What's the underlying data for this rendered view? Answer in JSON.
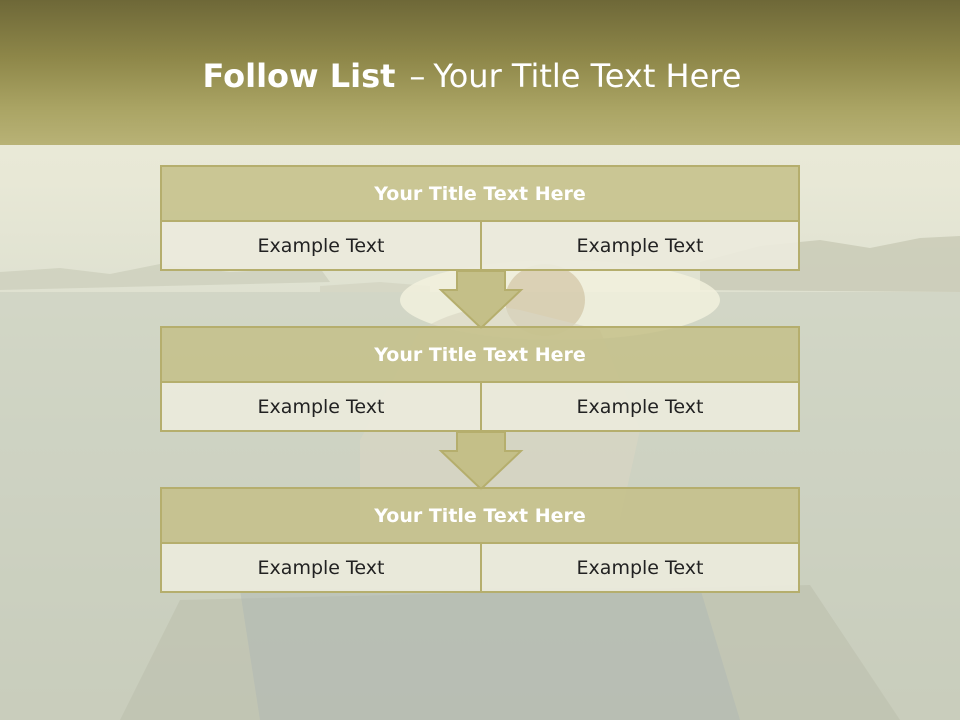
{
  "slide": {
    "title_bold": "Follow List",
    "title_dash": "–",
    "title_rest": "Your Title Text Here",
    "blocks": [
      {
        "title": "Your Title Text Here",
        "left": "Example Text",
        "right": "Example Text"
      },
      {
        "title": "Your Title Text Here",
        "left": "Example Text",
        "right": "Example Text"
      },
      {
        "title": "Your Title Text Here",
        "left": "Example Text",
        "right": "Example Text"
      }
    ]
  },
  "colors": {
    "header": "#8e8749",
    "block_title_fill": "#c4bf88",
    "block_cell_fill": "#eceadc",
    "border": "#b5ae6d",
    "arrow_fill": "#c4bf88"
  },
  "icons": {
    "arrow": "down-arrow-icon",
    "background": "sea-photo"
  }
}
